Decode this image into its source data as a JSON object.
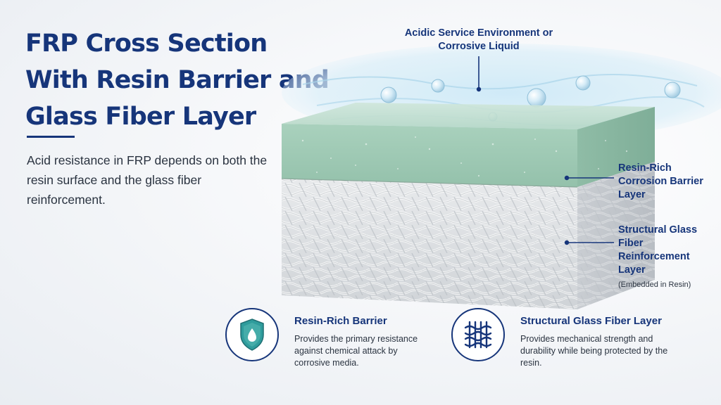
{
  "header": {
    "title_lines": [
      "FRP Cross Section",
      "With Resin Barrier and",
      "Glass Fiber Layer"
    ],
    "intro": "Acid resistance in FRP depends on both the resin surface and the glass fiber reinforcement."
  },
  "diagram": {
    "callout_environment": "Acidic Service Environment or Corrosive Liquid",
    "callout_resin_layer": "Resin-Rich Corrosion Barrier Layer",
    "callout_glass_layer": "Structural Glass Fiber Reinforcement Layer",
    "callout_glass_note": "(Embedded in Resin)"
  },
  "features": [
    {
      "title": "Resin-Rich Barrier",
      "description": "Provides the primary resistance against chemical attack by corrosive media.",
      "icon": "shield-droplet-icon"
    },
    {
      "title": "Structural Glass Fiber Layer",
      "description": "Provides mechanical strength and durability while being protected by the resin.",
      "icon": "fiber-weave-icon"
    }
  ],
  "colors": {
    "brand": "#16357a",
    "resin": "#a7cbb8",
    "liquid": "#bfe0f2",
    "accent_teal": "#2f9c9c"
  }
}
